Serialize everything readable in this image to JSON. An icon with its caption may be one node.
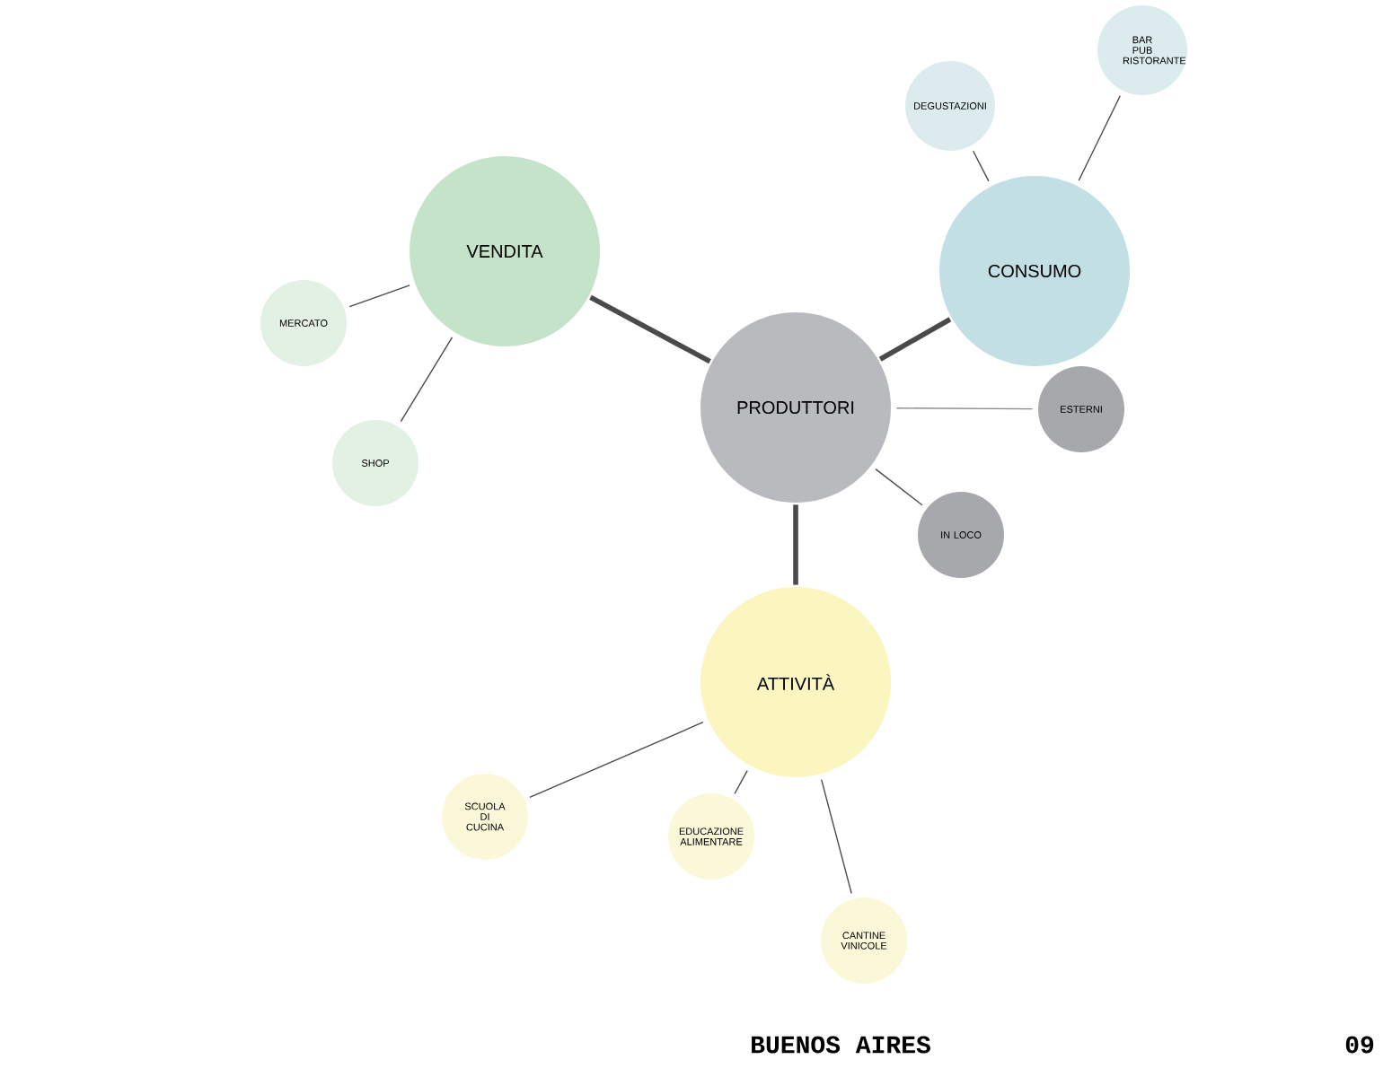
{
  "diagram": {
    "nodes": [
      {
        "text": [
          "PRODUTTORI"
        ]
      },
      {
        "text": [
          "VENDITA"
        ]
      },
      {
        "text": [
          "MERCATO"
        ]
      },
      {
        "text": [
          "SHOP"
        ]
      },
      {
        "text": [
          "CONSUMO"
        ]
      },
      {
        "text": [
          "DEGUSTAZIONI"
        ]
      },
      {
        "text": [
          "BAR PUB RISTORANTE"
        ]
      },
      {
        "text": [
          "ESTERNI"
        ]
      },
      {
        "text": [
          "IN LOCO"
        ]
      },
      {
        "text": [
          "ATTIVITÀ"
        ]
      },
      {
        "text": [
          "SCUOLA DI CUCINA"
        ]
      },
      {
        "text": [
          "EDUCAZIONE ALIMENTARE"
        ]
      },
      {
        "text": [
          "CANTINE VINICOLE"
        ]
      }
    ],
    "edges": [
      {
        "from": 0,
        "to": 1,
        "arrow": "none",
        "style": "thick"
      },
      {
        "from": 0,
        "to": 4,
        "arrow": "none",
        "style": "thick"
      },
      {
        "from": 0,
        "to": 7,
        "arrow": "none",
        "color": "#8a8a8a"
      },
      {
        "from": 0,
        "to": 8,
        "arrow": "none"
      },
      {
        "from": 0,
        "to": 9,
        "arrow": "none",
        "style": "thick"
      },
      {
        "from": 1,
        "to": 2,
        "arrow": "none"
      },
      {
        "from": 1,
        "to": 3,
        "arrow": "none"
      },
      {
        "from": 4,
        "to": 5,
        "arrow": "none"
      },
      {
        "from": 4,
        "to": 6,
        "arrow": "none"
      },
      {
        "from": 9,
        "to": 10,
        "arrow": "none"
      },
      {
        "from": 9,
        "to": 11,
        "arrow": "none"
      },
      {
        "from": 9,
        "to": 12,
        "arrow": "none"
      }
    ],
    "labels": [
      "BUENOS AIRES",
      "09"
    ]
  }
}
